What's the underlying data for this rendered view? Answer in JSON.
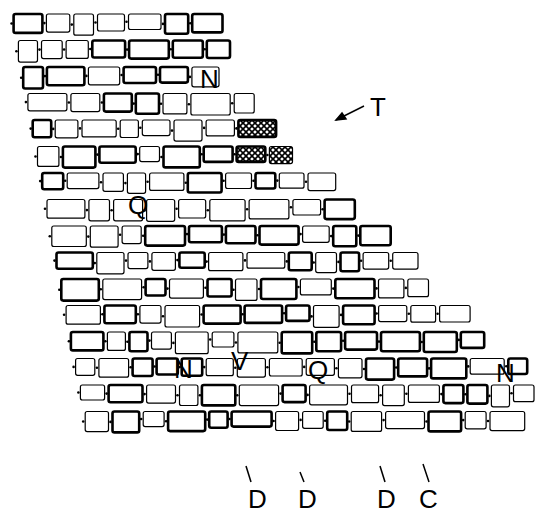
{
  "diagram": {
    "labels": [
      "N",
      "T",
      "Q",
      "N",
      "V",
      "Q",
      "N",
      "D",
      "D",
      "D",
      "C"
    ]
  }
}
